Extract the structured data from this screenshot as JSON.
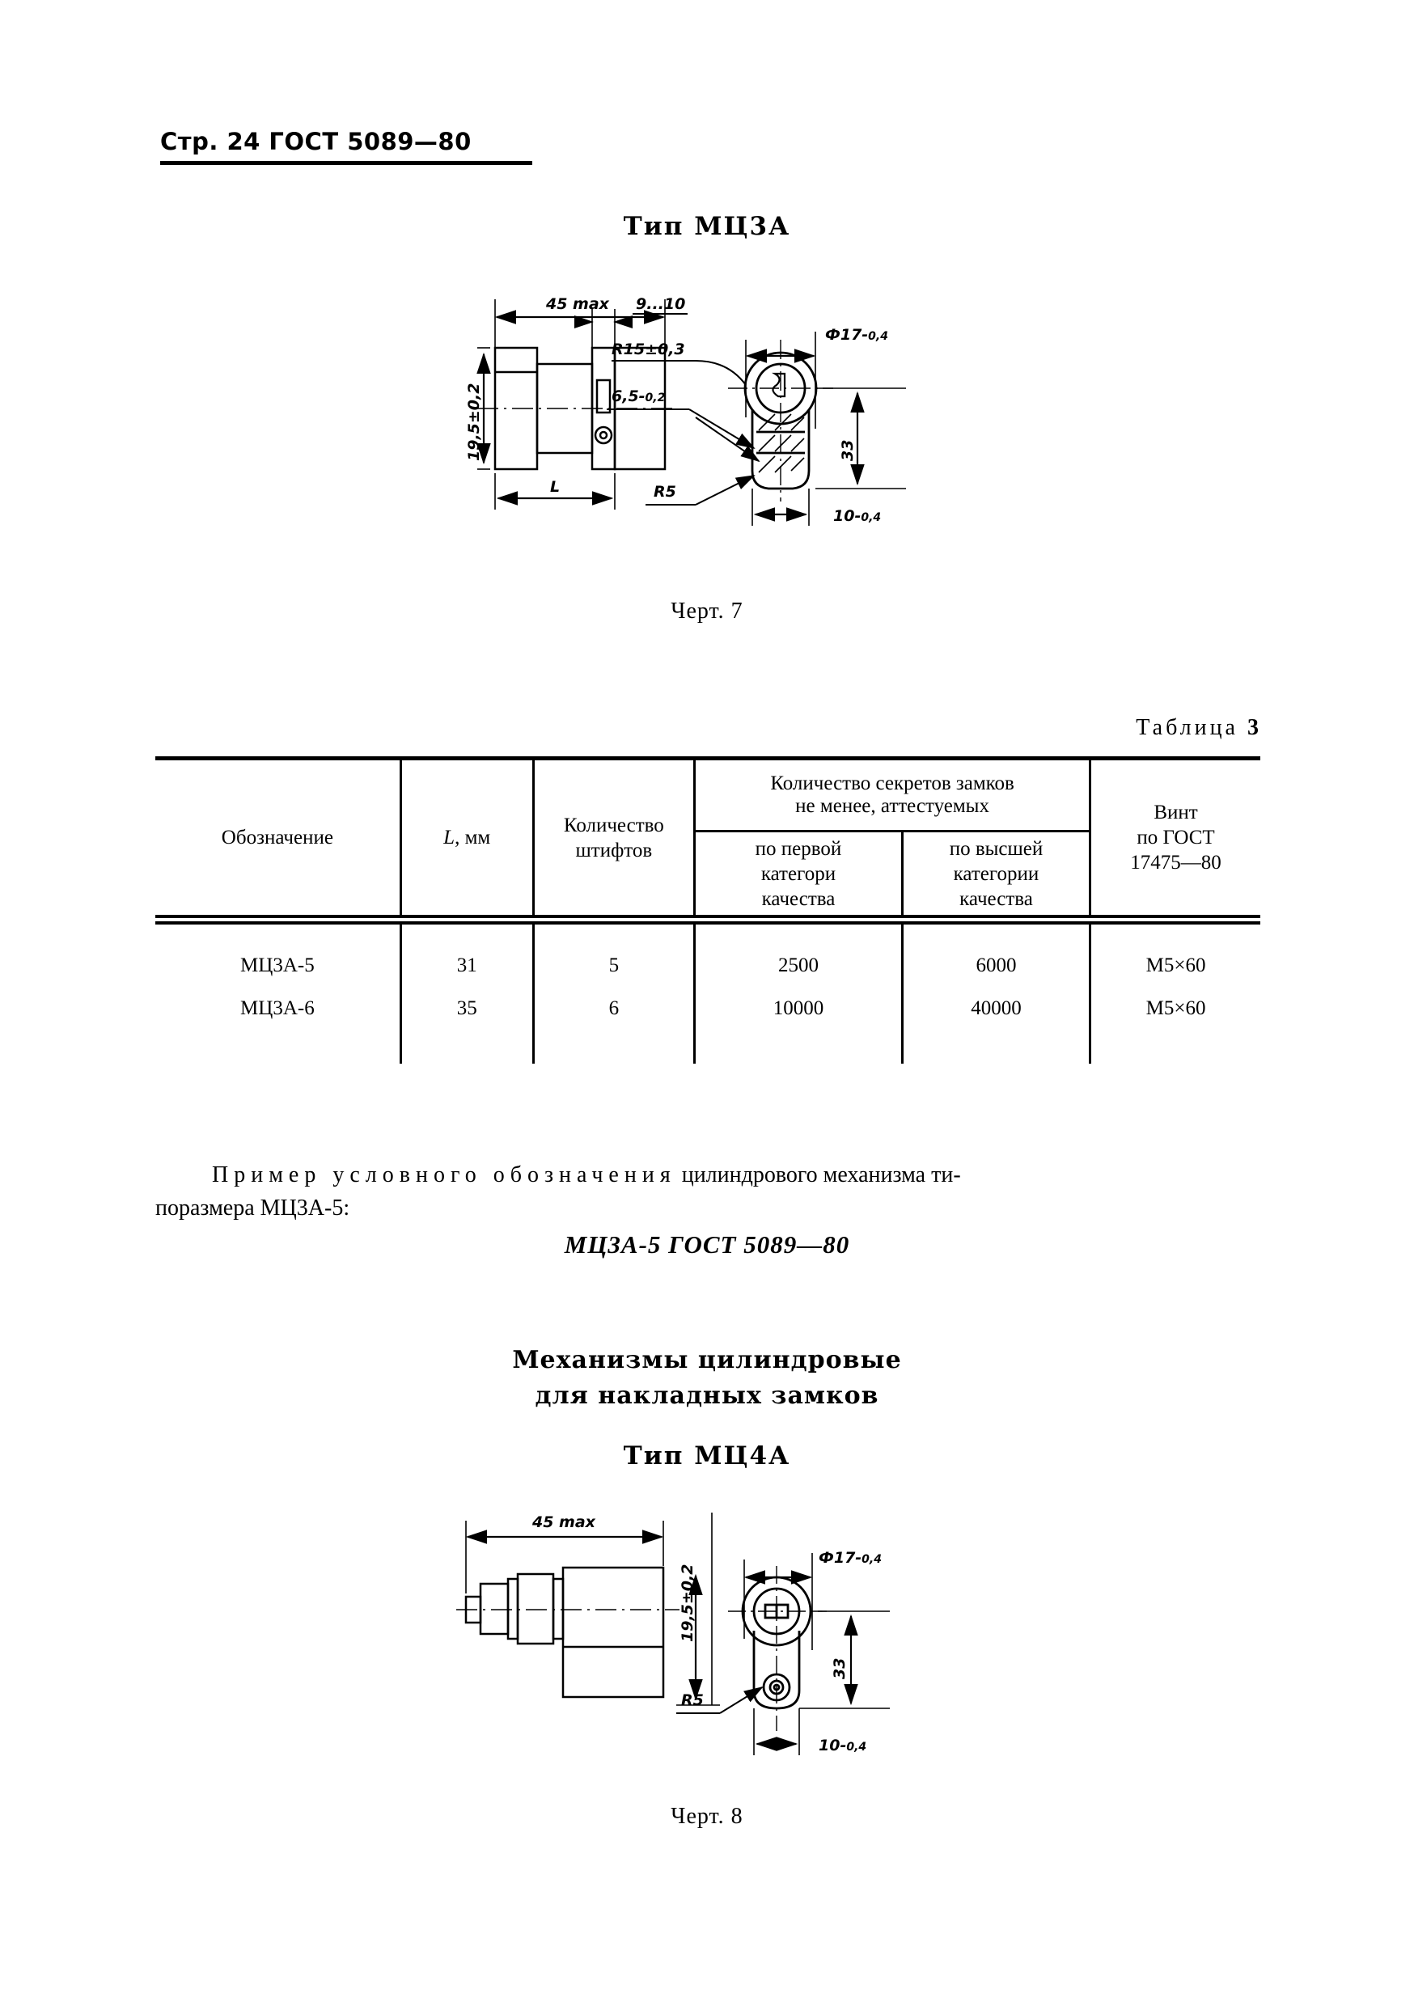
{
  "header": {
    "page_label": "Стр.",
    "page_number": "24",
    "standard": "ГОСТ 5089—80",
    "full": "Стр. 24 ГОСТ 5089—80"
  },
  "figure7": {
    "title": "Тип МЦ3А",
    "caption": "Черт. 7",
    "dimensions": {
      "overall_length": "45 max",
      "slot": "9...10",
      "height_vertical": "19,5±0,2",
      "body_length": "L",
      "radius_large": "R15±0,3",
      "thickness": "6,5-0,2",
      "radius_small": "R5",
      "diameter": "Ф17-0,4",
      "cam_height": "33",
      "cam_width": "10-0,4"
    }
  },
  "table": {
    "label_spaced": "Таблица",
    "label_number": "3",
    "columns": [
      "Обозначение",
      "L, мм",
      "Количество штифтов",
      "Количество секретов замков не менее, аттестуемых",
      "Винт по ГОСТ 17475—80"
    ],
    "column_designation": "Обозначение",
    "column_L": "L",
    "column_L_unit": ", мм",
    "column_pins_l1": "Количество",
    "column_pins_l2": "штифтов",
    "column_secrets_l1": "Количество секретов замков",
    "column_secrets_l2": "не менее, аттестуемых",
    "subcol_first_l1": "по первой",
    "subcol_first_l2": "категори",
    "subcol_first_l3": "качества",
    "subcol_high_l1": "по высшей",
    "subcol_high_l2": "категории",
    "subcol_high_l3": "качества",
    "column_screw_l1": "Винт",
    "column_screw_l2": "по ГОСТ",
    "column_screw_l3": "17475—80",
    "rows": [
      {
        "designation": "МЦ3А-5",
        "L_mm": "31",
        "pins": "5",
        "secrets_first_category": "2500",
        "secrets_highest_category": "6000",
        "screw": "М5×60"
      },
      {
        "designation": "МЦ3А-6",
        "L_mm": "35",
        "pins": "6",
        "secrets_first_category": "10000",
        "secrets_highest_category": "40000",
        "screw": "М5×60"
      }
    ]
  },
  "example": {
    "line1_spaced": "Пример условного обозначения",
    "line1_rest": "цилиндрового механизма ти-",
    "line2": "поразмера МЦ3А-5:",
    "designation": "МЦ3А-5 ГОСТ 5089—80"
  },
  "section": {
    "heading_l1": "Механизмы цилиндровые",
    "heading_l2": "для накладных замков"
  },
  "figure8": {
    "title": "Тип МЦ4А",
    "caption": "Черт. 8",
    "dimensions": {
      "overall_length": "45 max",
      "height_vertical": "19,5±0,2",
      "diameter": "Ф17-0,4",
      "radius_small": "R5",
      "cam_height": "33",
      "cam_width": "10-0,4"
    }
  },
  "colors": {
    "ink": "#000000",
    "paper": "#ffffff"
  }
}
